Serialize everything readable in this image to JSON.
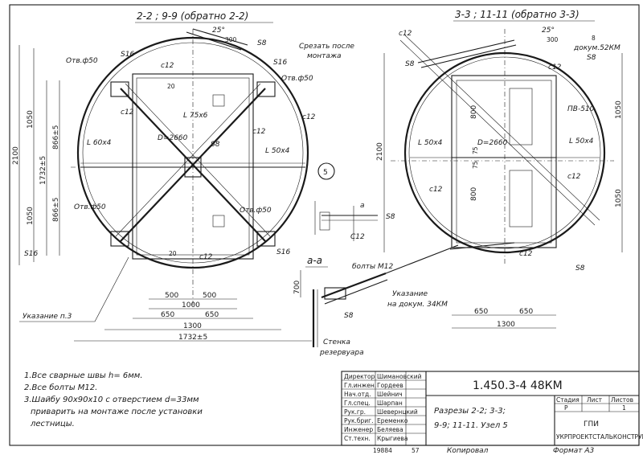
{
  "left_view": {
    "title": "2-2 ; 9-9 (обратно 2-2)",
    "angle": "25°",
    "dims": {
      "d300": "300",
      "s8": "S8",
      "s16a": "S16",
      "s16b": "S16",
      "s16c": "S16",
      "s16d": "S16",
      "c12a": "с12",
      "c12b": "с12",
      "c12c": "с12",
      "c12d": "с12",
      "c12e": "с12",
      "otv1": "Отв.ф50",
      "otv2": "Отв.ф50",
      "otv3": "Отв.ф50",
      "otv4": "Отв.ф50",
      "l75": "L 75х6",
      "l60": "L 60х4",
      "l50": "L 50х4",
      "s8b": "S8",
      "diam": "D=2660",
      "d20a": "20",
      "d20b": "20",
      "h1050a": "1050",
      "h1050b": "1050",
      "h2100": "2100",
      "h1732": "1732±5",
      "h866a": "866±5",
      "h866b": "866±5",
      "w500a": "500",
      "w500b": "500",
      "w1000": "1000",
      "w650a": "650",
      "w650b": "650",
      "w1300": "1300",
      "w1732": "1732±5"
    },
    "note_ref": "Указание п.3"
  },
  "right_view": {
    "title": "3-3 ; 11-11 (обратно 3-3)",
    "angle": "25°",
    "dims": {
      "d300": "300",
      "s8a": "S8",
      "s8b": "S8",
      "s8c": "S8",
      "s8d": "S8",
      "dokum": "докум.52КМ",
      "d8": "8",
      "cut": "Срезать после",
      "cut2": "монтажа",
      "c12a": "с12",
      "c12b": "с12",
      "c12c": "с12",
      "c12d": "с12",
      "c12e": "с12",
      "pv": "ПВ-510",
      "l50a": "L 50х4",
      "l50b": "L 50х4",
      "diam": "D=2660",
      "d800a": "800",
      "d800b": "800",
      "d75a": "75",
      "d75b": "75",
      "h1050a": "1050",
      "h1050b": "1050",
      "h2100": "2100",
      "w650a": "650",
      "w650b": "650",
      "w1300": "1300"
    }
  },
  "node": {
    "label": "5",
    "a_mark": "а",
    "section_title": "а-а",
    "bolts": "болты М12",
    "note1": "Указание",
    "note2": "на докум. 34КМ",
    "s8": "S8",
    "c12": "С12",
    "h700": "700",
    "wall1": "Стенка",
    "wall2": "резервуара"
  },
  "notes": [
    "1.Все сварные швы h= 6мм.",
    "2.Все болты М12.",
    "3.Шайбу 90х90х10 с отверстием d=33мм",
    "приварить на монтаже после установки",
    "лестницы."
  ],
  "title_block": {
    "doc_number": "1.450.3-4 48КМ",
    "description_1": "Разрезы 2-2; 3-3;",
    "description_2": "9-9; 11-11. Узел 5",
    "headers": [
      "Стадия",
      "Лист",
      "Листов"
    ],
    "values": [
      "Р",
      "",
      "1"
    ],
    "org_1": "ГПИ",
    "org_2": "УКРПРОЕКТСТАЛЬКОНСТРУКЦИЯ",
    "roles": [
      "Директор",
      "Гл.инжен.",
      "Нач.отд.",
      "Гл.спец.",
      "Рук.гр.",
      "Рук.бриг.",
      "Инженер",
      "Ст.техн."
    ],
    "names": [
      "Шимановский",
      "Гордеев",
      "Шейнич",
      "Шарпан",
      "Шевернцкий",
      "Еременко",
      "Беляева",
      "Крыгиева"
    ]
  },
  "footer": {
    "inv": "19884",
    "page": "57",
    "copied": "Копировал",
    "format": "Формат А3"
  }
}
